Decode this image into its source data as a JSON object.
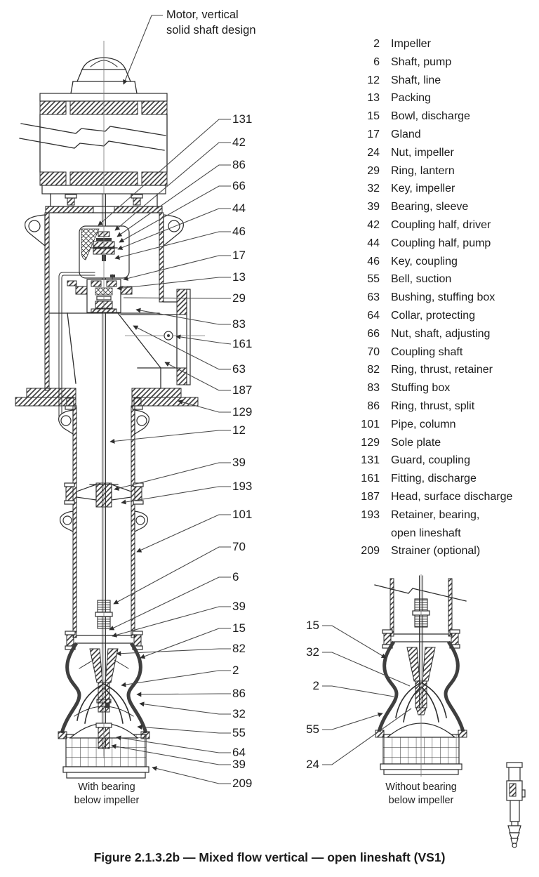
{
  "figure": {
    "caption": "Figure 2.1.3.2b — Mixed flow vertical — open lineshaft (VS1)"
  },
  "labels": {
    "motor": "Motor, vertical\nsolid shaft design",
    "with_bearing": "With bearing\nbelow impeller",
    "without_bearing": "Without bearing\nbelow impeller"
  },
  "parts_list": [
    {
      "num": "2",
      "name": "Impeller"
    },
    {
      "num": "6",
      "name": "Shaft, pump"
    },
    {
      "num": "12",
      "name": "Shaft, line"
    },
    {
      "num": "13",
      "name": "Packing"
    },
    {
      "num": "15",
      "name": "Bowl, discharge"
    },
    {
      "num": "17",
      "name": "Gland"
    },
    {
      "num": "24",
      "name": "Nut, impeller"
    },
    {
      "num": "29",
      "name": "Ring, lantern"
    },
    {
      "num": "32",
      "name": "Key, impeller"
    },
    {
      "num": "39",
      "name": "Bearing, sleeve"
    },
    {
      "num": "42",
      "name": "Coupling half, driver"
    },
    {
      "num": "44",
      "name": "Coupling half, pump"
    },
    {
      "num": "46",
      "name": "Key, coupling"
    },
    {
      "num": "55",
      "name": "Bell, suction"
    },
    {
      "num": "63",
      "name": "Bushing, stuffing box"
    },
    {
      "num": "64",
      "name": "Collar, protecting"
    },
    {
      "num": "66",
      "name": "Nut, shaft, adjusting"
    },
    {
      "num": "70",
      "name": "Coupling shaft"
    },
    {
      "num": "82",
      "name": "Ring, thrust, retainer"
    },
    {
      "num": "83",
      "name": "Stuffing box"
    },
    {
      "num": "86",
      "name": "Ring, thrust, split"
    },
    {
      "num": "101",
      "name": "Pipe, column"
    },
    {
      "num": "129",
      "name": "Sole plate"
    },
    {
      "num": "131",
      "name": "Guard, coupling"
    },
    {
      "num": "161",
      "name": "Fitting, discharge"
    },
    {
      "num": "187",
      "name": "Head, surface discharge"
    },
    {
      "num": "193",
      "name": "Retainer, bearing,\nopen lineshaft"
    },
    {
      "num": "209",
      "name": "Strainer (optional)"
    }
  ],
  "callouts_main": [
    "131",
    "42",
    "86",
    "66",
    "44",
    "46",
    "17",
    "13",
    "29",
    "83",
    "161",
    "63",
    "187",
    "129",
    "12",
    "39",
    "193",
    "101",
    "70",
    "6",
    "39",
    "15",
    "82",
    "2",
    "86",
    "32",
    "55",
    "64",
    "39",
    "209"
  ],
  "callouts_secondary": [
    "15",
    "32",
    "2",
    "55",
    "24"
  ]
}
